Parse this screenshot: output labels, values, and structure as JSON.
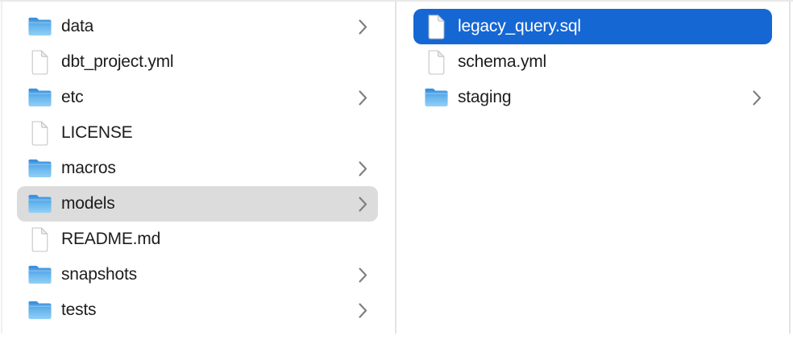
{
  "app": {
    "view": "finder-column-view"
  },
  "colors": {
    "selection_active_blue": "#1567d4",
    "selection_inactive_gray": "#dcdcdc",
    "text": "#1d1d1f",
    "selected_text": "#ffffff",
    "divider": "#e3e3e3",
    "chevron": "#7d7d7d",
    "folder_top_blue": "#3b90dd",
    "folder_body_blue": "#7cc2f0",
    "document_outline": "#c6c6c6"
  },
  "icons": {
    "folder": "folder-icon",
    "document": "document-icon",
    "chevron": "chevron-right-icon"
  },
  "columns": [
    {
      "name": "parent-folder-contents",
      "items": [
        {
          "label": "data",
          "type": "folder",
          "chevron": true,
          "selected": null
        },
        {
          "label": "dbt_project.yml",
          "type": "file",
          "chevron": false,
          "selected": null
        },
        {
          "label": "etc",
          "type": "folder",
          "chevron": true,
          "selected": null
        },
        {
          "label": "LICENSE",
          "type": "file",
          "chevron": false,
          "selected": null
        },
        {
          "label": "macros",
          "type": "folder",
          "chevron": true,
          "selected": null
        },
        {
          "label": "models",
          "type": "folder",
          "chevron": true,
          "selected": "inactive"
        },
        {
          "label": "README.md",
          "type": "file",
          "chevron": false,
          "selected": null
        },
        {
          "label": "snapshots",
          "type": "folder",
          "chevron": true,
          "selected": null
        },
        {
          "label": "tests",
          "type": "folder",
          "chevron": true,
          "selected": null
        }
      ]
    },
    {
      "name": "models-folder-contents",
      "items": [
        {
          "label": "legacy_query.sql",
          "type": "file",
          "chevron": false,
          "selected": "active"
        },
        {
          "label": "schema.yml",
          "type": "file",
          "chevron": false,
          "selected": null
        },
        {
          "label": "staging",
          "type": "folder",
          "chevron": true,
          "selected": null
        }
      ]
    }
  ]
}
